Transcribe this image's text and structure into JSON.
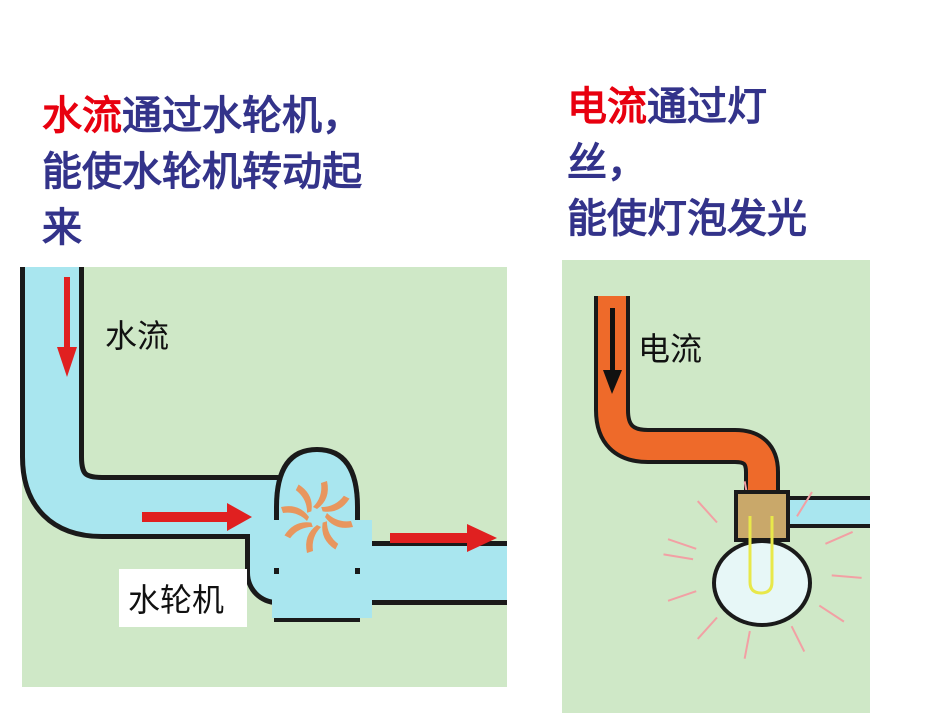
{
  "left": {
    "caption_highlight": "水流",
    "caption_line1_rest": "通过水轮机，",
    "caption_line2": "能使水轮机转动起",
    "caption_line3": "来",
    "flow_label": "水流",
    "turbine_label": "水轮机"
  },
  "right": {
    "caption_highlight": "电流",
    "caption_line1_rest": "通过灯",
    "caption_line2": "丝，",
    "caption_line3": "能使灯泡发光",
    "flow_label": "电流"
  },
  "colors": {
    "highlight": "#e8000f",
    "caption_text": "#33338a",
    "panel_bg": "#cfe8c7",
    "water": "#a9e6ef",
    "arrow_red": "#e02020",
    "wire_orange": "#ee6a2a",
    "socket": "#c9a86a",
    "bulb": "#e7f7f7",
    "filament": "#e8e84a",
    "rays": "#f2a0a4"
  }
}
